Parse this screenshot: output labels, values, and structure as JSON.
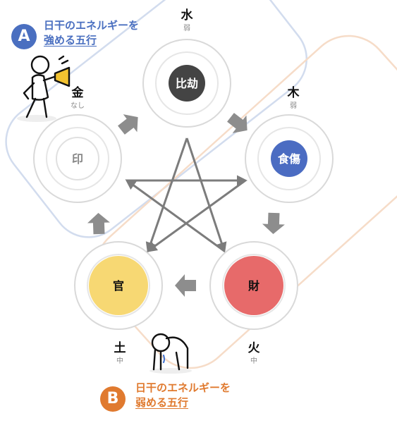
{
  "colors": {
    "group_a": "#4a6fc0",
    "group_a_band": "#d2dcee",
    "group_b": "#e07a2f",
    "group_b_band": "#f6dcc8",
    "arrow": "#8d8d8d",
    "ring": "#d9d9d9"
  },
  "nodes": [
    {
      "id": "water",
      "element": "水",
      "strength": "弱",
      "center": "比劫",
      "fill": "#444444",
      "text_color": "#ffffff"
    },
    {
      "id": "wood",
      "element": "木",
      "strength": "弱",
      "center": "食傷",
      "fill": "#4b6cc2",
      "text_color": "#ffffff"
    },
    {
      "id": "fire",
      "element": "火",
      "strength": "中",
      "center": "財",
      "fill": "#e76a6a",
      "text_color": "#111111"
    },
    {
      "id": "earth",
      "element": "土",
      "strength": "中",
      "center": "官",
      "fill": "#f7d873",
      "text_color": "#111111"
    },
    {
      "id": "metal",
      "element": "金",
      "strength": "なし",
      "center": "印",
      "fill": "none",
      "text_color": "#888888"
    }
  ],
  "group_a": {
    "badge": "A",
    "line1": "日干のエネルギーを",
    "line2": "強める五行",
    "figure": "megaphone-person-icon"
  },
  "group_b": {
    "badge": "B",
    "line1": "日干のエネルギーを",
    "line2": "弱める五行",
    "figure": "kneeling-crying-person-icon"
  }
}
